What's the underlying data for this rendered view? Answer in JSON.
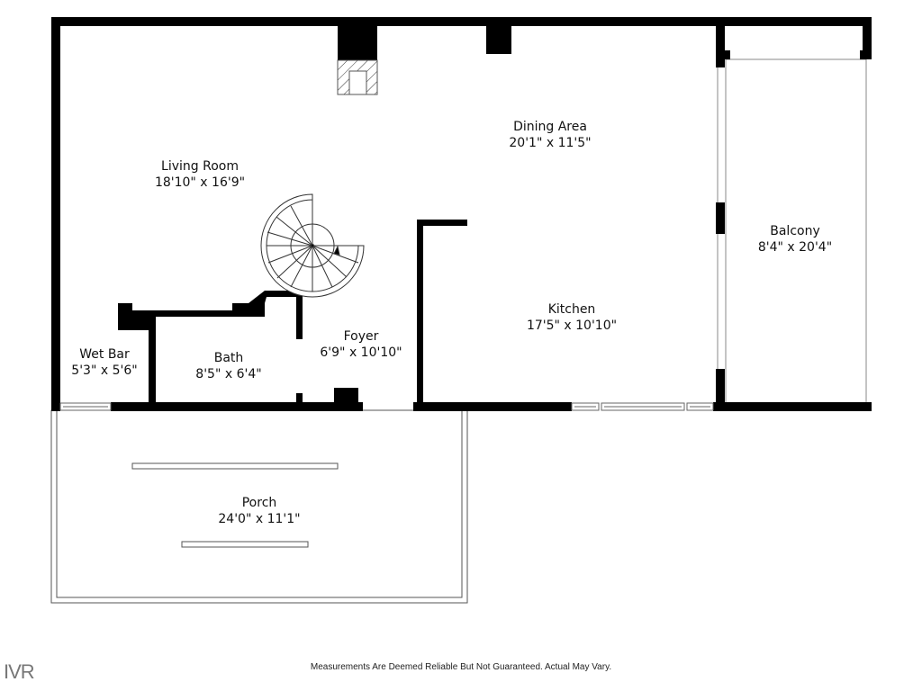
{
  "floorplan": {
    "colors": {
      "wall": "#000000",
      "thin_line": "#555555",
      "background": "#ffffff"
    },
    "rooms": [
      {
        "id": "living-room",
        "name": "Living Room",
        "dimensions": "18'10\" x 16'9\""
      },
      {
        "id": "dining-area",
        "name": "Dining Area",
        "dimensions": "20'1\" x 11'5\""
      },
      {
        "id": "balcony",
        "name": "Balcony",
        "dimensions": "8'4\" x 20'4\""
      },
      {
        "id": "kitchen",
        "name": "Kitchen",
        "dimensions": "17'5\" x 10'10\""
      },
      {
        "id": "foyer",
        "name": "Foyer",
        "dimensions": "6'9\" x 10'10\""
      },
      {
        "id": "bath",
        "name": "Bath",
        "dimensions": "8'5\" x 6'4\""
      },
      {
        "id": "wet-bar",
        "name": "Wet Bar",
        "dimensions": "5'3\" x 5'6\""
      },
      {
        "id": "porch",
        "name": "Porch",
        "dimensions": "24'0\" x 11'1\""
      }
    ],
    "features": [
      "spiral-staircase",
      "fireplace"
    ]
  },
  "footer": {
    "disclaimer": "Measurements Are Deemed Reliable But Not Guaranteed. Actual May Vary.",
    "brand": "IVR"
  }
}
